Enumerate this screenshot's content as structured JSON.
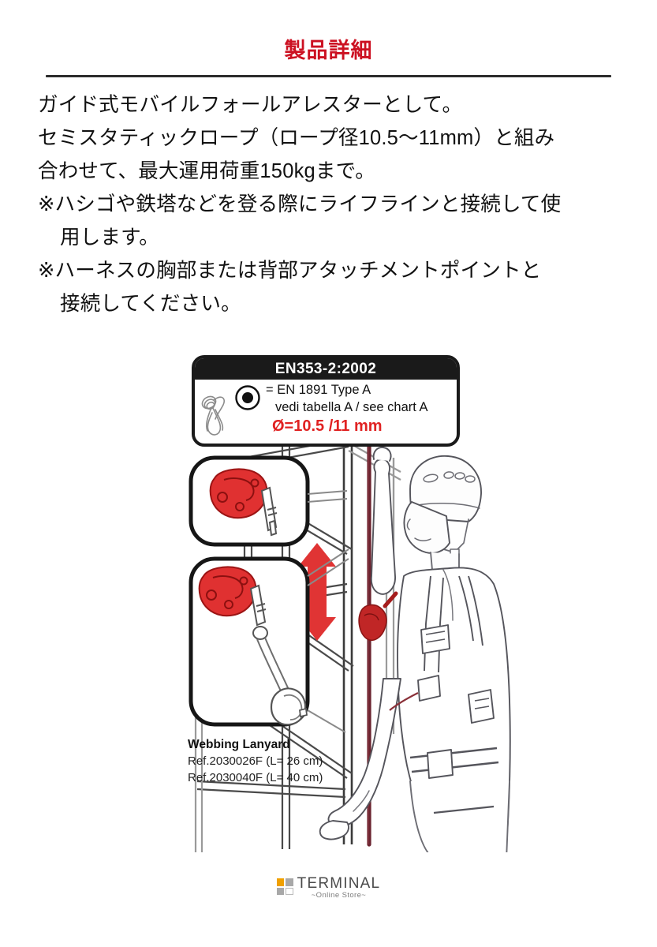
{
  "header": {
    "title": "製品詳細",
    "title_color": "#cc1122",
    "rule_color": "#2b2b2b"
  },
  "body": {
    "lines": [
      "ガイド式モバイルフォールアレスターとして。",
      "セミスタティックロープ（ロープ径10.5〜11mm）と組み",
      "合わせて、最大運用荷重150kgまで。",
      "※ハシゴや鉄塔などを登る際にライフラインと接続して使\n用します。",
      "※ハーネスの胸部または背部アタッチメントポイントと\n接続してください。"
    ]
  },
  "standard_label": {
    "heading": "EN353-2:2002",
    "line1": "= EN 1891 Type A",
    "line2": "vedi tabella A / see chart A",
    "diameter": "Ø=10.5 /11 mm",
    "diameter_color": "#e02222",
    "header_bg": "#1a1a1a",
    "icons": {
      "rope_coil": "rope-coil-icon",
      "dot_circle": "rope-cross-section-icon"
    }
  },
  "illustration": {
    "alt_name": "guided-fall-arrester-usage-diagram",
    "colors": {
      "line": "#4a4a4a",
      "line_dark": "#2b2b2b",
      "rope": "#6b2430",
      "device_red": "#e03131",
      "device_red_dark": "#a51c1c",
      "arrow_red": "#e03434",
      "metal": "#ffffff",
      "metal_stroke": "#5a5a5a"
    },
    "callout_top": {
      "name": "fall-arrester-with-connector"
    },
    "callout_bottom": {
      "name": "fall-arrester-with-webbing-lanyard-and-carabiner"
    },
    "climber": {
      "name": "climber-on-tower-with-harness"
    },
    "arrow": {
      "name": "vertical-double-arrow"
    }
  },
  "lanyard_caption": {
    "title": "Webbing Lanyard",
    "ref1": "Ref.2030026F (L= 26 cm)",
    "ref2": "Ref.2030040F (L= 40 cm)"
  },
  "footer": {
    "brand": "TERMINAL",
    "tagline": "~Online Store~",
    "mark_colors": [
      "#f0a000",
      "#a8a8a8",
      "#a8a8a8",
      "#ffffff"
    ]
  }
}
